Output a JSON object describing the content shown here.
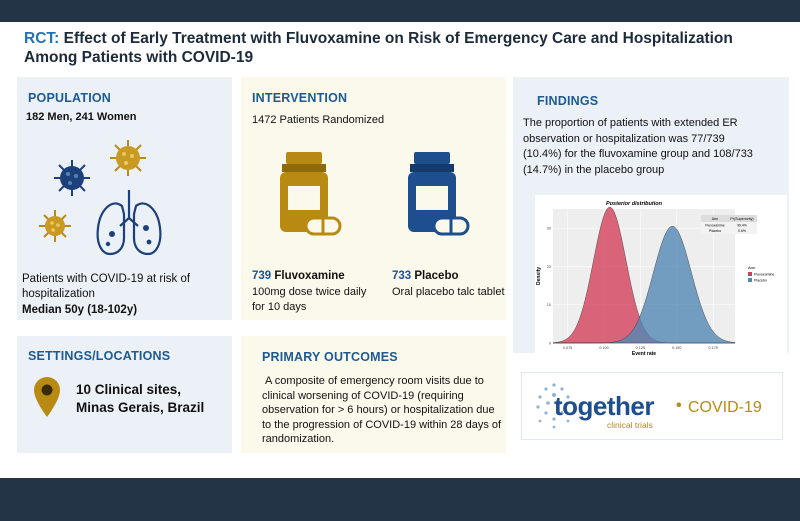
{
  "title": {
    "prefix": "RCT:",
    "line1": "Effect of Early Treatment with Fluvoxamine on Risk of Emergency Care and Hospitalization",
    "line2": "Among Patients with COVID-19"
  },
  "population": {
    "heading": "POPULATION",
    "demographics": "182 Men, 241 Women",
    "desc_line1": "Patients with COVID-19 at risk of",
    "desc_line2": "hospitalization",
    "median": "Median 50y (18-102y)"
  },
  "intervention": {
    "heading": "INTERVENTION",
    "randomized": "1472 Patients Randomized",
    "fluvoxamine": {
      "count": "739",
      "name": "Fluvoxamine",
      "line1": "100mg dose twice daily",
      "line2": "for 10 days"
    },
    "placebo": {
      "count": "733",
      "name": "Placebo",
      "line1": "Oral placebo talc tablet"
    }
  },
  "findings": {
    "heading": "FINDINGS",
    "line1": "The proportion of patients with extended ER",
    "line2": "observation or hospitalization was 77/739",
    "line3": "(10.4%) for the fluvoxamine group and 108/733",
    "line4": "(14.7%) in the placebo group"
  },
  "settings": {
    "heading": "SETTINGS/LOCATIONS",
    "line1": "10 Clinical sites,",
    "line2": "Minas Gerais, Brazil"
  },
  "outcomes": {
    "heading": "PRIMARY OUTCOMES",
    "line1": "A composite of emergency room visits due to",
    "line2": "clinical worsening of COVID-19  (requiring",
    "line3": "observation for > 6 hours) or hospitalization due",
    "line4": "to the progression of COVID-19 within 28 days of",
    "line5": "randomization."
  },
  "logo": {
    "word": "together",
    "dot": "•",
    "covid": "COVID-19",
    "sub": "clinical trials"
  },
  "colors": {
    "navy_band": "#243447",
    "heading_blue": "#1d5a94",
    "gold": "#b98a12",
    "pill_blue": "#1d4f8f",
    "fluvoxamine_series": "#d43d5a",
    "placebo_series": "#4f86b5"
  },
  "chart_data": {
    "type": "area",
    "title": "Posterior distribution",
    "xlabel": "Event rate",
    "ylabel": "Density",
    "xticks": [
      "0.075",
      "0.100",
      "0.125",
      "0.150",
      "0.175"
    ],
    "yticks": [
      "0",
      "10",
      "20",
      "30"
    ],
    "xlim": [
      0.065,
      0.19
    ],
    "ylim": [
      0,
      35
    ],
    "legend": {
      "title": "Arm",
      "entries": [
        "Fluvoxamine",
        "Placebo"
      ],
      "placement": "right"
    },
    "inset_table": {
      "headers": [
        "Arm",
        "Pr(Superiority)"
      ],
      "rows": [
        [
          "Fluvoxamine",
          "99.4%"
        ],
        [
          "Placebo",
          "0.6%"
        ]
      ]
    },
    "series": [
      {
        "name": "Fluvoxamine",
        "mean": 0.104,
        "sd": 0.0112,
        "peak": 35.5
      },
      {
        "name": "Placebo",
        "mean": 0.147,
        "sd": 0.013,
        "peak": 30.5
      }
    ]
  }
}
